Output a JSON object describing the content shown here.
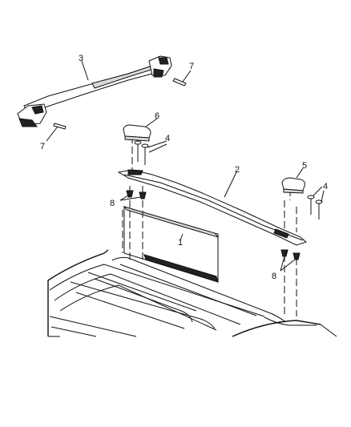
{
  "callouts": {
    "c1": "1",
    "c2": "2",
    "c3": "3",
    "c4a": "4",
    "c4b": "4",
    "c5": "5",
    "c6": "6",
    "c7a": "7",
    "c7b": "7",
    "c8a": "8",
    "c8b": "8"
  }
}
